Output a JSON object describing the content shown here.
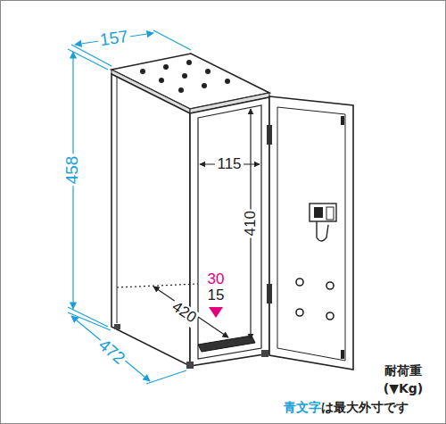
{
  "diagram": {
    "labels": [
      "157",
      "458",
      "472",
      "115",
      "410",
      "420",
      "30",
      "15",
      "耐荷重",
      "(▼Kg)",
      "青文字",
      "は最大外寸です"
    ]
  }
}
